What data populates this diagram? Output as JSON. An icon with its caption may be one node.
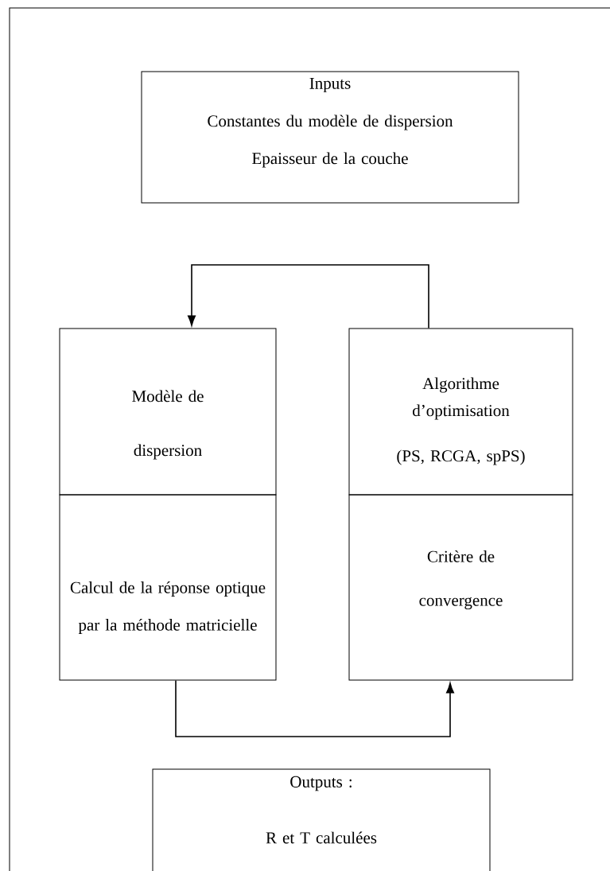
{
  "diagram": {
    "nodes": [
      {
        "text": [
          "Inputs",
          "Constantes du modèle de dispersion",
          "Epaisseur de la couche"
        ]
      },
      {
        "text": [
          "Modèle de dispersion"
        ]
      },
      {
        "text": [
          "Algorithme d’optimisation",
          "(PS, RCGA, spPS)"
        ]
      },
      {
        "text": [
          "Calcul de la réponse optique par la méthode matricielle"
        ]
      },
      {
        "text": [
          "Critère de convergence"
        ]
      },
      {
        "text": [
          "Outputs :",
          "R et T calculées"
        ]
      }
    ],
    "edges": [
      {
        "from": 2,
        "to": 1,
        "arrow": "to"
      },
      {
        "from": 3,
        "to": 4,
        "arrow": "to"
      }
    ]
  }
}
